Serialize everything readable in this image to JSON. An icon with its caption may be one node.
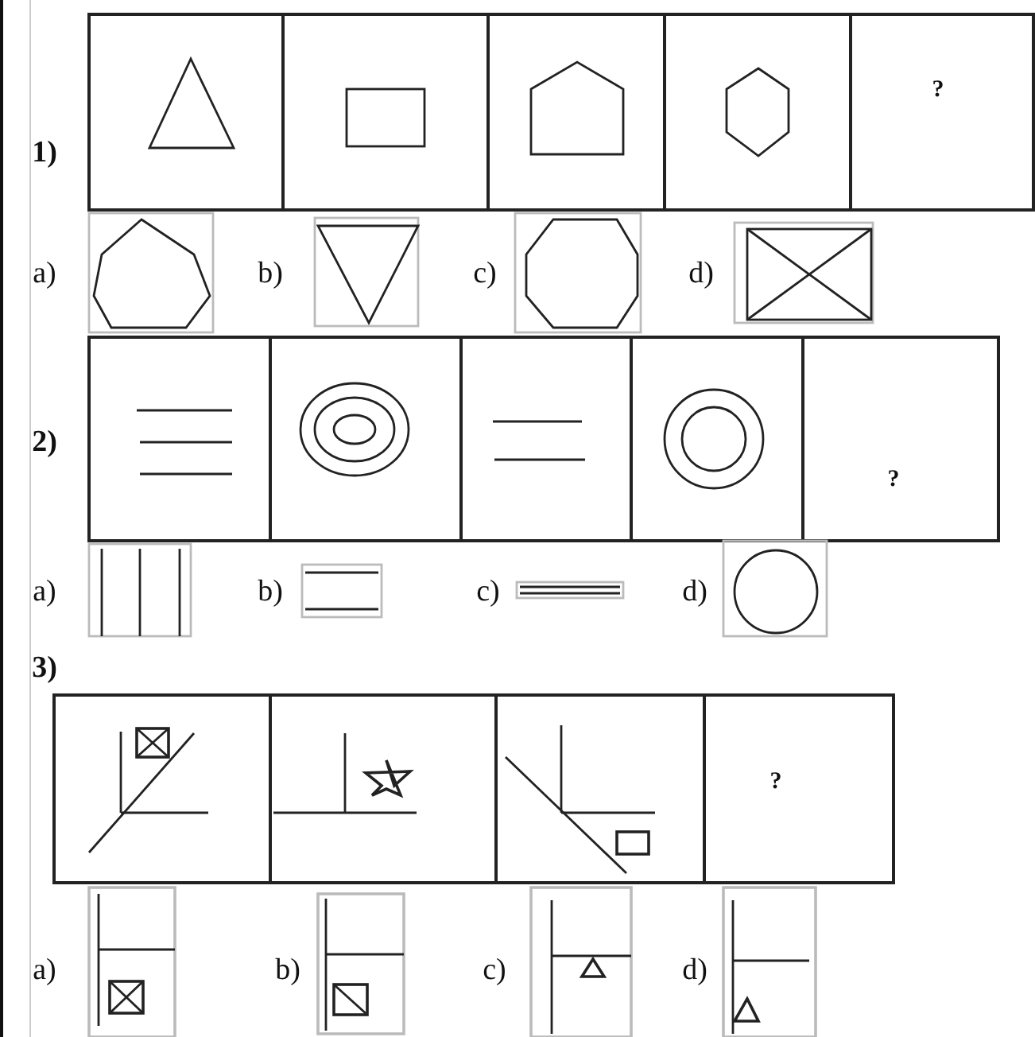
{
  "diagram": {
    "labels": [
      "1)",
      "?",
      "a)",
      "b)",
      "c)",
      "d)",
      "2)",
      "?",
      "a)",
      "b)",
      "c)",
      "d)",
      "3)",
      "?",
      "a)",
      "b)",
      "c)",
      "d)"
    ]
  }
}
